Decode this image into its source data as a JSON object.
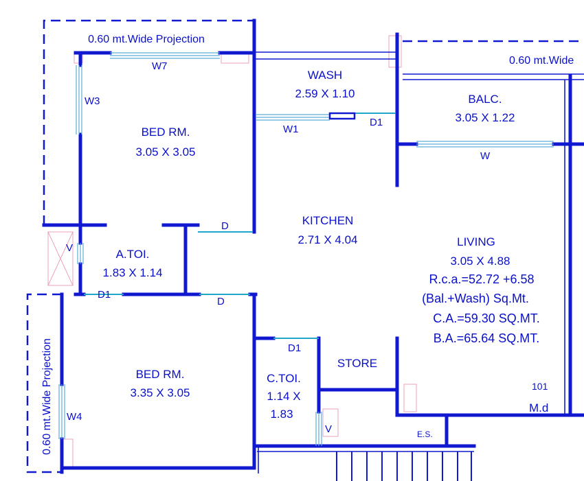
{
  "projections": {
    "top_left": "0.60 mt.Wide Projection",
    "top_right": "0.60 mt.Wide",
    "left_vertical": "0.60 mt.Wide Projection"
  },
  "rooms": {
    "bed1": {
      "name": "BED RM.",
      "size": "3.05 X 3.05"
    },
    "wash": {
      "name": "WASH",
      "size": "2.59 X 1.10"
    },
    "balc": {
      "name": "BALC.",
      "size": "3.05 X 1.22"
    },
    "kitchen": {
      "name": "KITCHEN",
      "size": "2.71 X 4.04"
    },
    "atoi": {
      "name": "A.TOI.",
      "size": "1.83 X 1.14"
    },
    "living": {
      "name": "LIVING",
      "size": "3.05 X 4.88",
      "rca": "R.c.a.=52.72 +6.58",
      "rca2": "(Bal.+Wash) Sq.Mt.",
      "ca": "C.A.=59.30 SQ.MT.",
      "ba": "B.A.=65.64 SQ.MT."
    },
    "bed2": {
      "name": "BED RM.",
      "size": "3.35 X 3.05"
    },
    "ctoi": {
      "name": "C.TOI.",
      "size1": "1.14 X",
      "size2": "1.83"
    },
    "store": {
      "name": "STORE"
    }
  },
  "tags": {
    "w7": "W7",
    "w3": "W3",
    "w1": "W1",
    "d1_wash": "D1",
    "w_balc": "W",
    "d_bed1": "D",
    "v_atoi": "V",
    "d1_atoi": "D1",
    "d_bed2": "D",
    "d1_store": "D1",
    "w4": "W4",
    "v_ctoi": "V",
    "es": "E.S.",
    "unit": "101",
    "md": "M.d"
  }
}
